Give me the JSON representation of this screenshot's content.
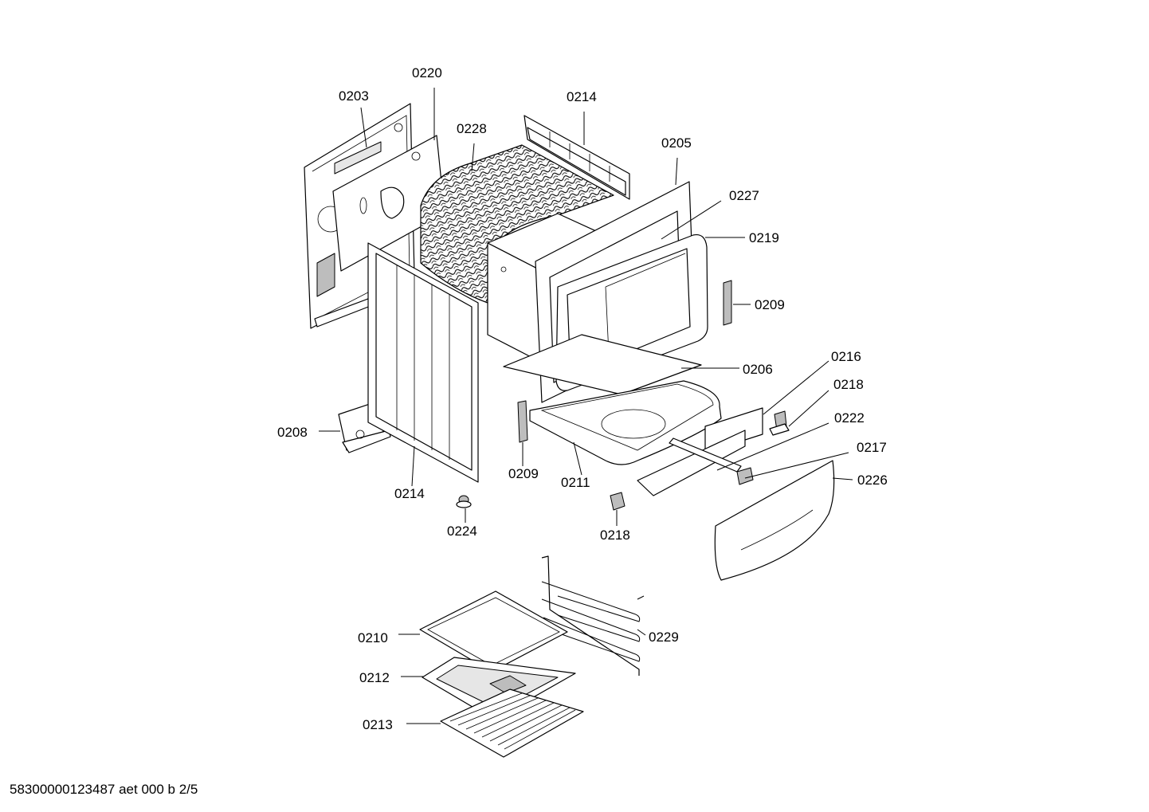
{
  "diagram": {
    "type": "exploded-parts-view",
    "part_labels": {
      "p0203": "0203",
      "p0220": "0220",
      "p0228": "0228",
      "p0214_top": "0214",
      "p0205": "0205",
      "p0227": "0227",
      "p0219": "0219",
      "p0209_right": "0209",
      "p0216": "0216",
      "p0206": "0206",
      "p0218_right": "0218",
      "p0222": "0222",
      "p0217": "0217",
      "p0226": "0226",
      "p0208": "0208",
      "p0214_bottom": "0214",
      "p0209_left": "0209",
      "p0211": "0211",
      "p0224": "0224",
      "p0218_bottom": "0218",
      "p0210": "0210",
      "p0212": "0212",
      "p0213": "0213",
      "p0229": "0229"
    }
  },
  "footer": {
    "document_code": "58300000123487 aet 000 b 2/5"
  }
}
